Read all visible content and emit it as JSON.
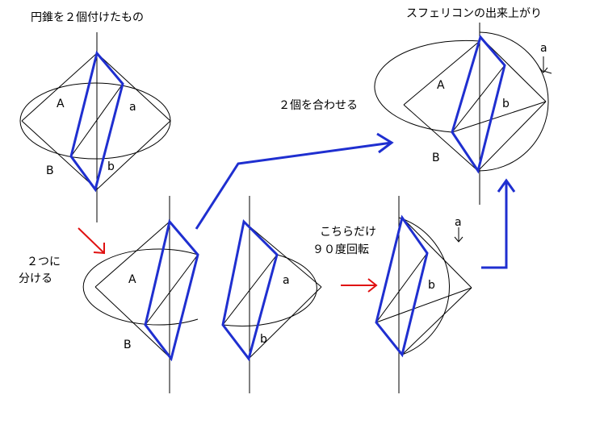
{
  "colors": {
    "black": "#000000",
    "blue": "#1f2fd0",
    "red": "#e01010"
  },
  "labels": {
    "title_double_cone": "円錐を２個付けたもの",
    "title_result": "スフェリコンの出来上がり",
    "combine": "２個を合わせる",
    "split_line1": "２つに",
    "split_line2": "分ける",
    "rotate_line1": "こちらだけ",
    "rotate_line2": "９０度回転",
    "A": "A",
    "B": "B",
    "a": "a",
    "b": "b"
  }
}
